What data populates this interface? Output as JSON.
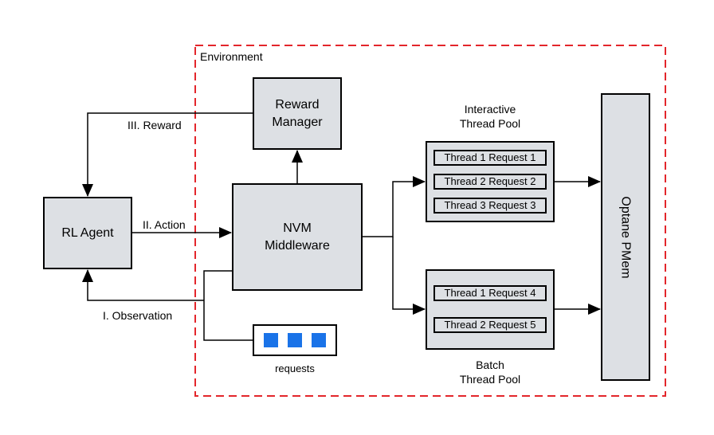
{
  "environment": {
    "label": "Environment"
  },
  "rl_agent": {
    "label": "RL Agent"
  },
  "reward_manager": {
    "line1": "Reward",
    "line2": "Manager"
  },
  "nvm_middleware": {
    "line1": "NVM",
    "line2": "Middleware"
  },
  "edges": {
    "observation": "I. Observation",
    "action": "II. Action",
    "reward": "III. Reward"
  },
  "requests": {
    "label": "requests",
    "count": 3,
    "color": "#1a73e8"
  },
  "interactive_pool": {
    "title_line1": "Interactive",
    "title_line2": "Thread Pool",
    "threads": [
      "Thread 1 Request 1",
      "Thread 2 Request 2",
      "Thread 3 Request 3"
    ]
  },
  "batch_pool": {
    "title_line1": "Batch",
    "title_line2": "Thread Pool",
    "threads": [
      "Thread 1 Request 4",
      "Thread 2 Request 5"
    ]
  },
  "optane": {
    "label": "Optane PMem"
  },
  "colors": {
    "box_fill": "#dde0e4",
    "border": "#000000",
    "environment_border": "#e3262b",
    "request_fill": "#1a73e8"
  }
}
